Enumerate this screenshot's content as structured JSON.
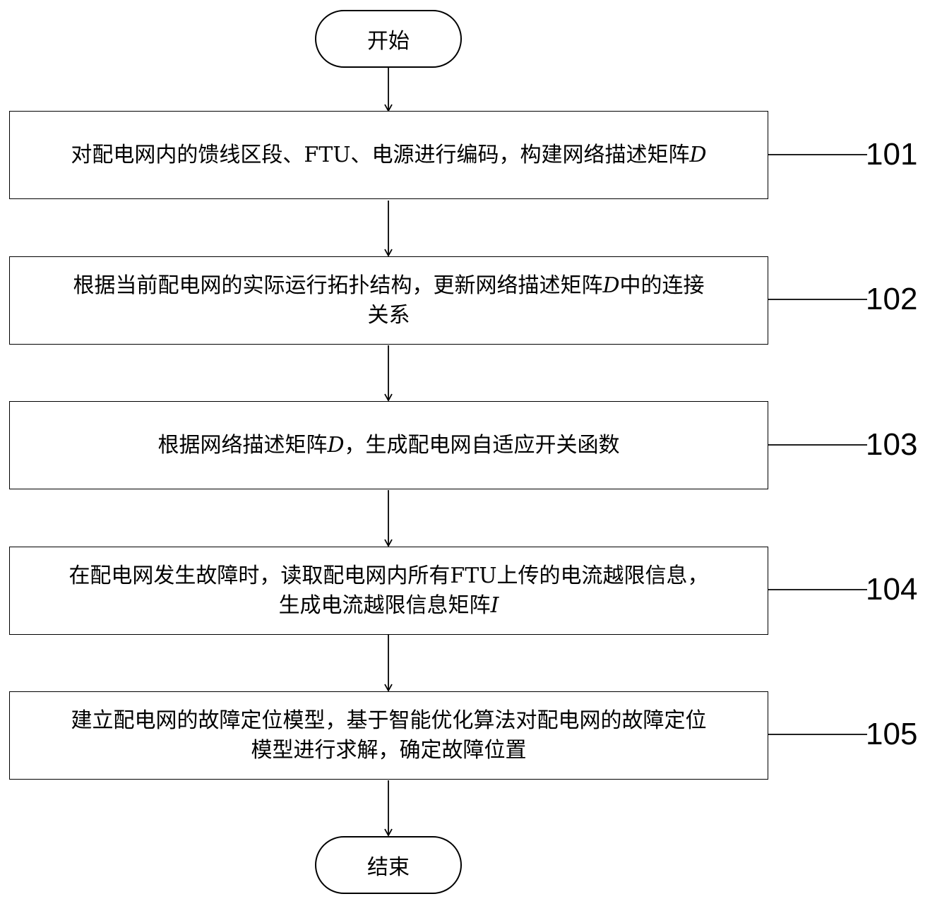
{
  "flowchart": {
    "start_label": "开始",
    "end_label": "结束",
    "steps": [
      {
        "id": "101",
        "lines": [
          {
            "text": "对配电网内的馈线区段、FTU、电源进行编码，构建网络描述矩阵",
            "var": "D",
            "tail": ""
          }
        ]
      },
      {
        "id": "102",
        "lines": [
          {
            "text": "根据当前配电网的实际运行拓扑结构，更新网络描述矩阵",
            "var": "D",
            "tail": "中的连接"
          },
          {
            "text": "关系",
            "var": "",
            "tail": ""
          }
        ]
      },
      {
        "id": "103",
        "lines": [
          {
            "text": "根据网络描述矩阵",
            "var": "D",
            "tail": "，生成配电网自适应开关函数"
          }
        ]
      },
      {
        "id": "104",
        "lines": [
          {
            "text": "在配电网发生故障时，读取配电网内所有FTU上传的电流越限信息，",
            "var": "",
            "tail": ""
          },
          {
            "text": "生成电流越限信息矩阵",
            "var": "I",
            "tail": ""
          }
        ]
      },
      {
        "id": "105",
        "lines": [
          {
            "text": "建立配电网的故障定位模型，基于智能优化算法对配电网的故障定位",
            "var": "",
            "tail": ""
          },
          {
            "text": "模型进行求解，确定故障位置",
            "var": "",
            "tail": ""
          }
        ]
      }
    ]
  }
}
